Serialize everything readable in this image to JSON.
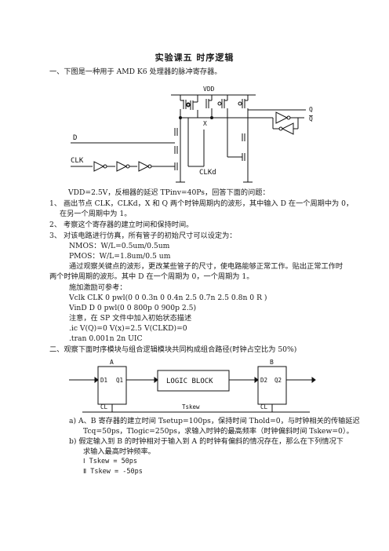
{
  "title": "实验课五 时序逻辑",
  "section1": {
    "heading": "一、下图是一种用于 AMD K6 处理器的脉冲寄存器。",
    "labels": {
      "vdd": "VDD",
      "q": "Q",
      "qbar": "Q",
      "d": "D",
      "clk": "CLK",
      "clkd": "CLKd",
      "x": "X"
    },
    "intro": "VDD=2.5V，反相器的延迟 TPinv=40Ps，回答下面的问题：",
    "q1a": "1、 画出节点 CLK，CLKd，X 和 Q 两个时钟周期内的波形，其中输入 D 在一个周期中为 0，",
    "q1b": "在另一个周期中为 1。",
    "q2": "2、 考察这个寄存器的建立时间和保持时间。",
    "q3": "3、 对该电路进行仿真，所有管子的初始尺寸可以设定为：",
    "nmos": "NMOS：W/L=0.5um/0.5um",
    "pmos": "PMOS：W/L=1.8um/0.5 um",
    "obs1": "通过观察关键点的波形，更改某些管子的尺寸，使电路能够正常工作。贴出正常工作时",
    "obs2": "两个时钟周期的波形。其中 D 在一个周期为 0，一个周期为 1。",
    "ref": "施加激励可参考：",
    "vclk": "Vclk CLK 0 pwl(0 0 0.3n 0 0.4n 2.5 0.7n 2.5 0.8n 0 R )",
    "vind": "VinD D 0 pwl(0 0 800p 0 900p 2.5)",
    "note": "注意，在 SP 文件中加入初始状态描述",
    "ic": ".ic    V(Q)=0    V(x)=2.5    V(CLKD)=0",
    "tran": ".tran    0.001n    2n      UIC"
  },
  "section2": {
    "heading": "二、观察下面时序模块与组合逻辑模块共同构成组合路径(时钟占空比为 50%)",
    "ffA": {
      "name": "A",
      "in": "D1",
      "out": "Q1",
      "clk": "CL"
    },
    "ffB": {
      "name": "B",
      "in": "D2",
      "out": "Q2",
      "clk": "CL"
    },
    "logic": "LOGIC BLOCK",
    "tskew": "Tskew",
    "qa1": "a)    A、B 寄存器的建立时间 Tsetup=100ps，保持时间 Thold=0，与时钟相关的传输延迟",
    "qa2": "Tcq=50ps，Tlogic=250ps，求输入时钟的最高频率（时钟偏斜时间 Tskew=0）。",
    "qb1": "b)    假定输入到 B 的时钟相对于输入到 A 的时钟有偏斜的情况存在，那么在下列情况下",
    "qb2": "求输入最高时钟频率。",
    "i1": "Ⅰ  Tskew = 50ps",
    "i2": "Ⅱ  Tskew = -50ps"
  }
}
